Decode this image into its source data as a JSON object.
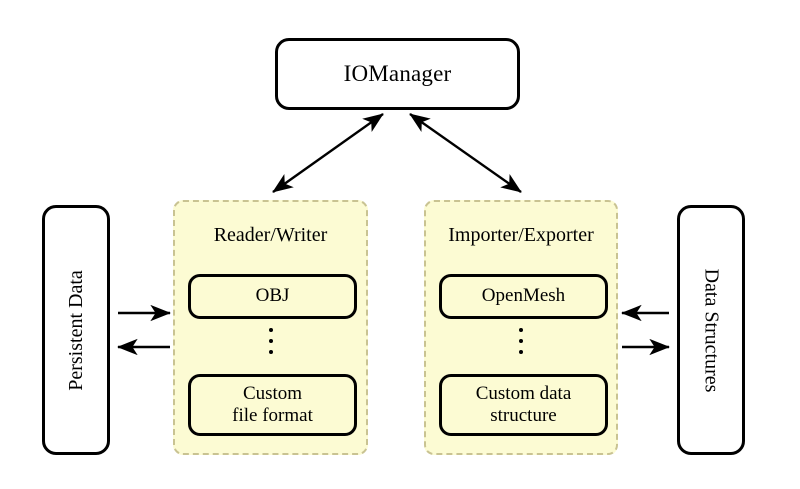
{
  "diagram": {
    "title_node": {
      "label": "IOManager"
    },
    "left_node": {
      "label": "Persistent Data"
    },
    "right_node": {
      "label": "Data Structures"
    },
    "groups": [
      {
        "title": "Reader/Writer",
        "items": [
          {
            "label": "OBJ"
          },
          {
            "label": "Custom\nfile format"
          }
        ],
        "ellipsis": "⋮"
      },
      {
        "title": "Importer/Exporter",
        "items": [
          {
            "label": "OpenMesh"
          },
          {
            "label": "Custom data\nstructure"
          }
        ],
        "ellipsis": "⋮"
      }
    ],
    "connectors": [
      {
        "name": "iomanager-to-readerwriter",
        "style": "double-headed",
        "from": "IOManager",
        "to": "Reader/Writer"
      },
      {
        "name": "iomanager-to-importerexporter",
        "style": "double-headed",
        "from": "IOManager",
        "to": "Importer/Exporter"
      },
      {
        "name": "persistentdata-to-readerwriter",
        "style": "single-headed",
        "direction": "right",
        "from": "Persistent Data",
        "to": "Reader/Writer"
      },
      {
        "name": "readerwriter-to-persistentdata",
        "style": "single-headed",
        "direction": "left",
        "from": "Reader/Writer",
        "to": "Persistent Data"
      },
      {
        "name": "datastructures-to-importerexporter",
        "style": "single-headed",
        "direction": "left",
        "from": "Data Structures",
        "to": "Importer/Exporter"
      },
      {
        "name": "importerexporter-to-datastructures",
        "style": "single-headed",
        "direction": "right",
        "from": "Importer/Exporter",
        "to": "Data Structures"
      }
    ],
    "colors": {
      "group_fill": "#fcfbd3",
      "group_border": "#c9c392",
      "node_border": "#000000",
      "node_fill": "#ffffff",
      "background": "#ffffff"
    }
  }
}
